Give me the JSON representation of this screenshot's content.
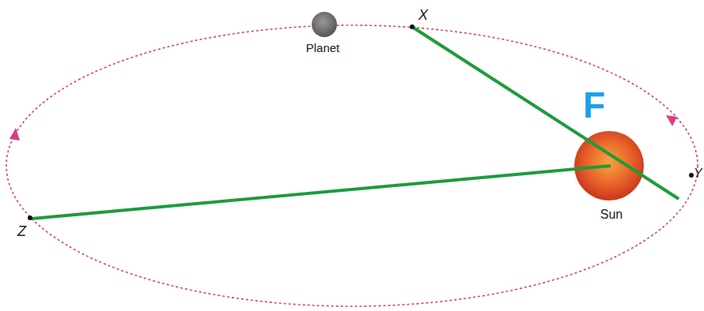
{
  "diagram": {
    "labels": [
      "X",
      "Planet",
      "F",
      "Sun",
      "Z",
      "Y"
    ]
  }
}
